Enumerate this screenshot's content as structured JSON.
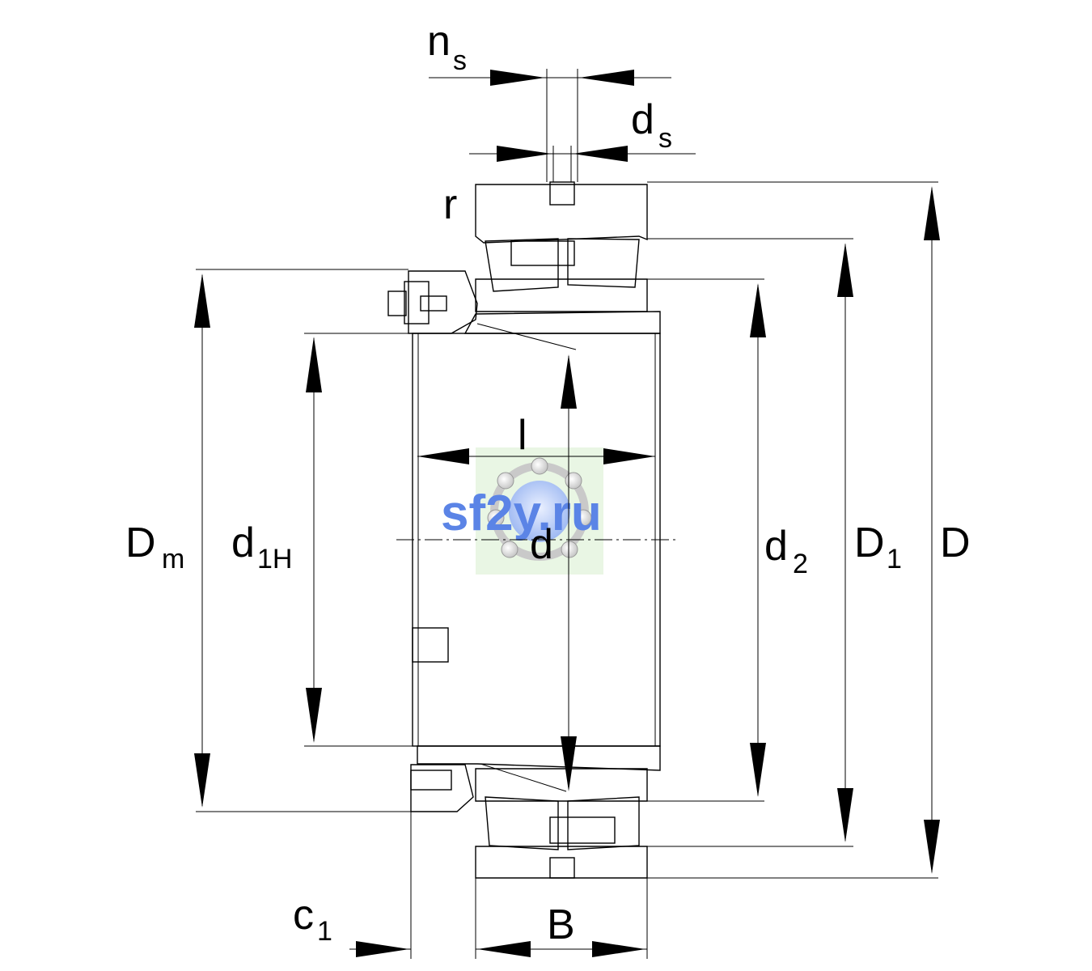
{
  "labels": {
    "ns": {
      "main": "n",
      "sub": "s"
    },
    "ds": {
      "main": "d",
      "sub": "s"
    },
    "r": {
      "main": "r"
    },
    "l": {
      "main": "l"
    },
    "d": {
      "main": "d"
    },
    "Dm": {
      "main": "D",
      "sub": "m"
    },
    "d1H": {
      "main": "d",
      "sub": "1H"
    },
    "d2": {
      "main": "d",
      "sub": "2"
    },
    "D1": {
      "main": "D",
      "sub": "1"
    },
    "D": {
      "main": "D"
    },
    "c1": {
      "main": "c",
      "sub": "1"
    },
    "B": {
      "main": "B"
    }
  },
  "watermark": {
    "text": "sf2y.ru"
  }
}
